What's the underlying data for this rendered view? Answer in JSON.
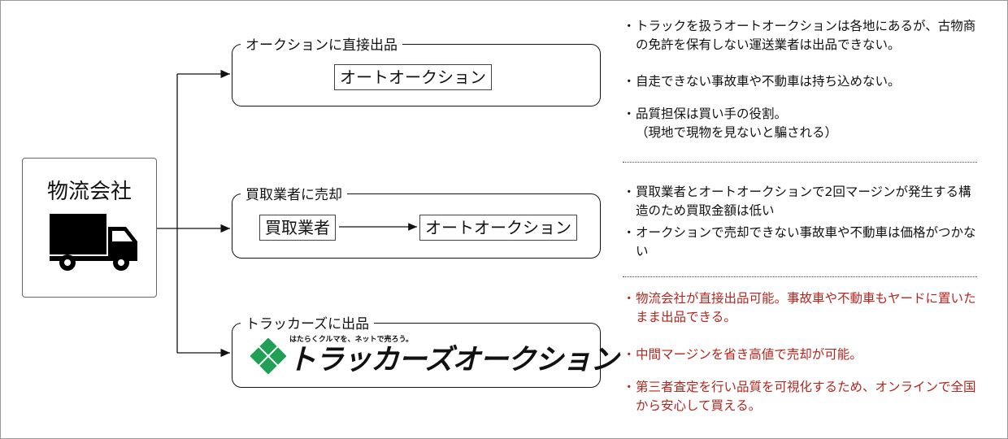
{
  "company": {
    "title": "物流会社",
    "icon": "truck-icon"
  },
  "routes": [
    {
      "label": "オークションに直接出品",
      "box": "オートオークション"
    },
    {
      "label": "買取業者に売却",
      "buyer": "買取業者",
      "auction": "オートオークション"
    },
    {
      "label": "トラッカーズに出品",
      "logo_tagline": "はたらくクルマを、ネットで売ろう。",
      "logo_name": "トラッカーズオークション"
    }
  ],
  "notes": {
    "route1": [
      "トラックを扱うオートオークションは各地にあるが、古物商の免許を保有しない運送業者は出品できない。",
      "自走できない事故車や不動車は持ち込めない。",
      "品質担保は買い手の役割。",
      "（現地で現物を見ないと騙される）"
    ],
    "route2": [
      "買取業者とオートオークションで2回マージンが発生する構造のため買取金額は低い",
      "オークションで売却できない事故車や不動車は価格がつかない"
    ],
    "route3": [
      "物流会社が直接出品可能。事故車や不動車もヤードに置いたまま出品できる。",
      "中間マージンを省き高値で売却が可能。",
      "第三者査定を行い品質を可視化するため、オンラインで全国から安心して買える。"
    ]
  },
  "bullet": "・",
  "colors": {
    "highlight": "#b3261e",
    "logo_green": "#1fa055"
  }
}
